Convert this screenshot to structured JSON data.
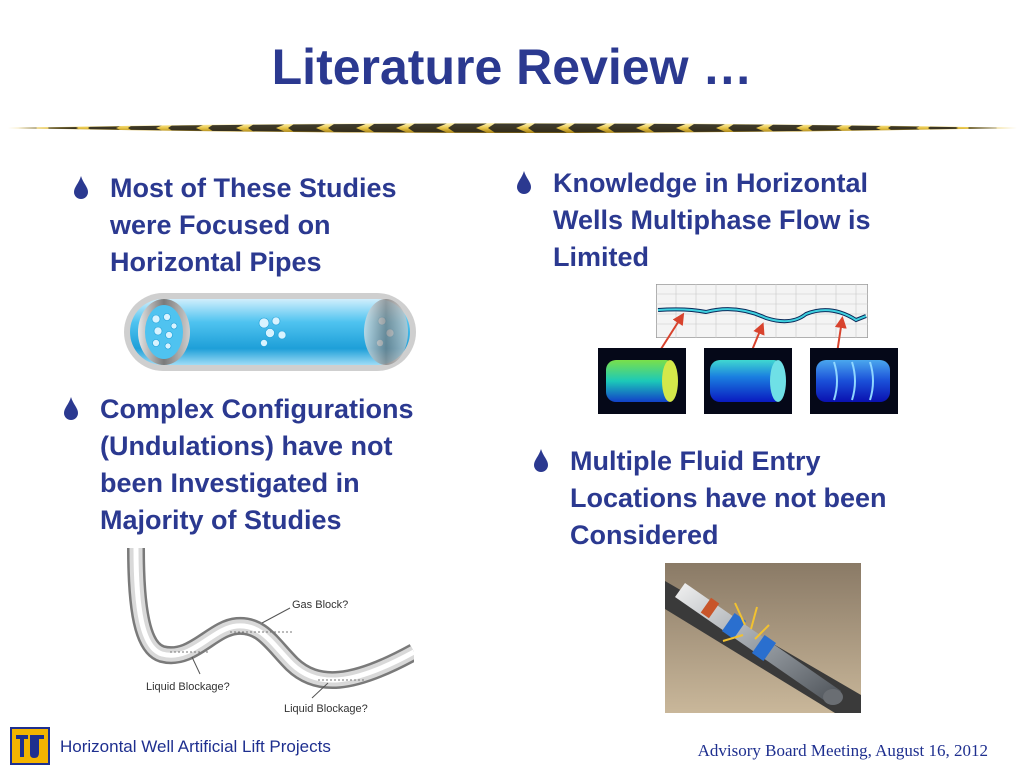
{
  "title": "Literature Review …",
  "bullets": [
    {
      "text_lines": [
        "Most of These Studies",
        "were Focused on",
        "Horizontal Pipes"
      ]
    },
    {
      "text_lines": [
        "Knowledge in Horizontal",
        "Wells Multiphase Flow is",
        "Limited"
      ]
    },
    {
      "text_lines": [
        "Complex Configurations",
        "(Undulations) have not",
        "been Investigated in",
        "Majority of Studies"
      ]
    },
    {
      "text_lines": [
        "Multiple Fluid Entry",
        "Locations have not been",
        "Considered"
      ]
    }
  ],
  "diagram": {
    "gas_block_label": "Gas Block?",
    "liquid_blockage_label_1": "Liquid Blockage?",
    "liquid_blockage_label_2": "Liquid Blockage?"
  },
  "footer": {
    "left": "Horizontal Well Artificial Lift Projects",
    "right": "Advisory Board Meeting, August 16, 2012"
  },
  "colors": {
    "title": "#2b3990",
    "bullet_text": "#2b3990",
    "rope_gold": "#e8c547",
    "pipe_blue": "#4fc3f0",
    "logo_gold": "#f4b400",
    "logo_navy": "#1e2f8f"
  },
  "icons": {
    "bullet": "drop-icon",
    "logo": "university-logo"
  }
}
